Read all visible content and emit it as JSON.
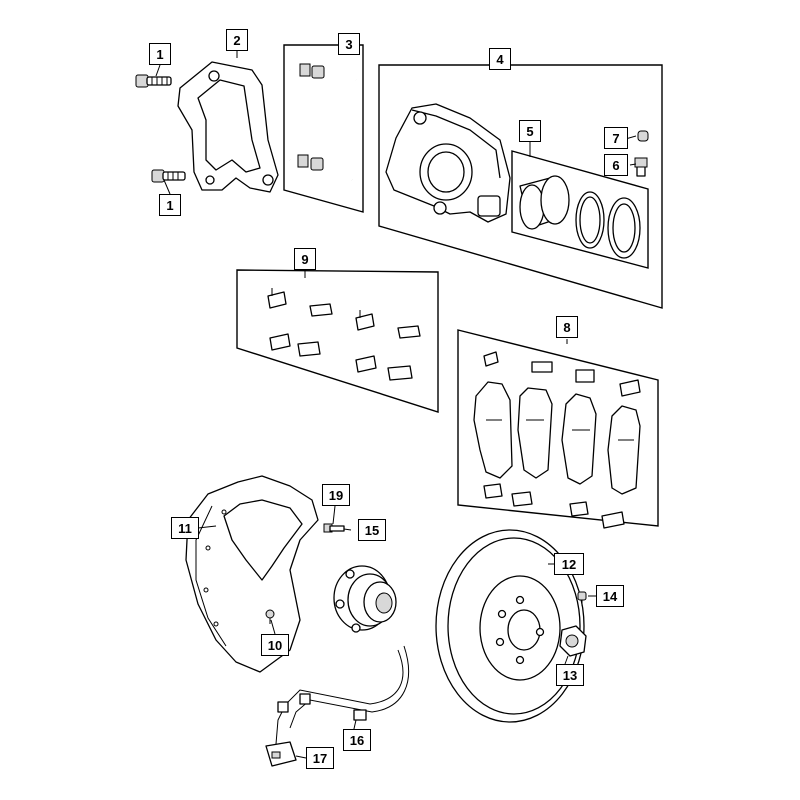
{
  "callouts": [
    "1",
    "1",
    "2",
    "3",
    "4",
    "5",
    "6",
    "7",
    "8",
    "9",
    "10",
    "11",
    "12",
    "13",
    "14",
    "15",
    "16",
    "17",
    "19"
  ]
}
